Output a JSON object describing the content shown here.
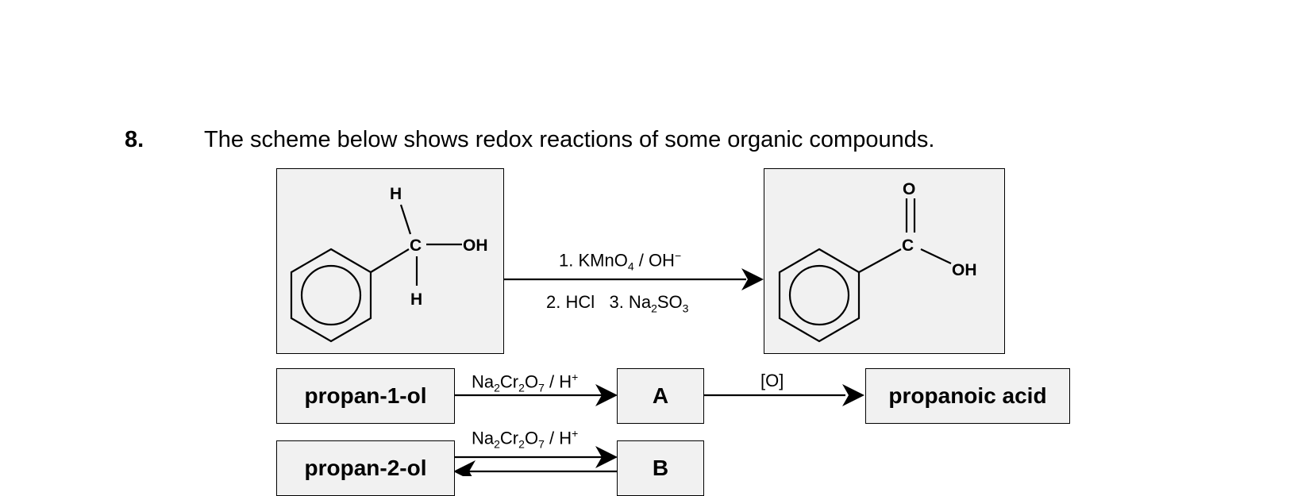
{
  "question": {
    "number": "8.",
    "text": "The scheme below shows redox reactions of some organic compounds."
  },
  "reaction1": {
    "reactant_atoms": {
      "h_top": "H",
      "c": "C",
      "oh": "OH",
      "h_bottom": "H"
    },
    "product_atoms": {
      "o": "O",
      "c": "C",
      "oh": "OH"
    },
    "reagent_line1": {
      "prefix": "1. KMnO",
      "sub": "4",
      "mid": " / OH",
      "sup": "−"
    },
    "reagent_line2": {
      "step2": "2. HCl",
      "step3_prefix": "3. Na",
      "sub1": "2",
      "mid": "SO",
      "sub2": "3"
    }
  },
  "reaction2": {
    "reactant": "propan-1-ol",
    "intermediate": "A",
    "product": "propanoic acid",
    "reagent": {
      "na": "Na",
      "s1": "2",
      "cr": "Cr",
      "s2": "2",
      "o": "O",
      "s3": "7",
      "rest": " / H",
      "sup": "+"
    },
    "oxidation_label": "[O]"
  },
  "reaction3": {
    "reactant": "propan-2-ol",
    "product": "B",
    "reagent": {
      "na": "Na",
      "s1": "2",
      "cr": "Cr",
      "s2": "2",
      "o": "O",
      "s3": "7",
      "rest": " / H",
      "sup": "+"
    }
  }
}
